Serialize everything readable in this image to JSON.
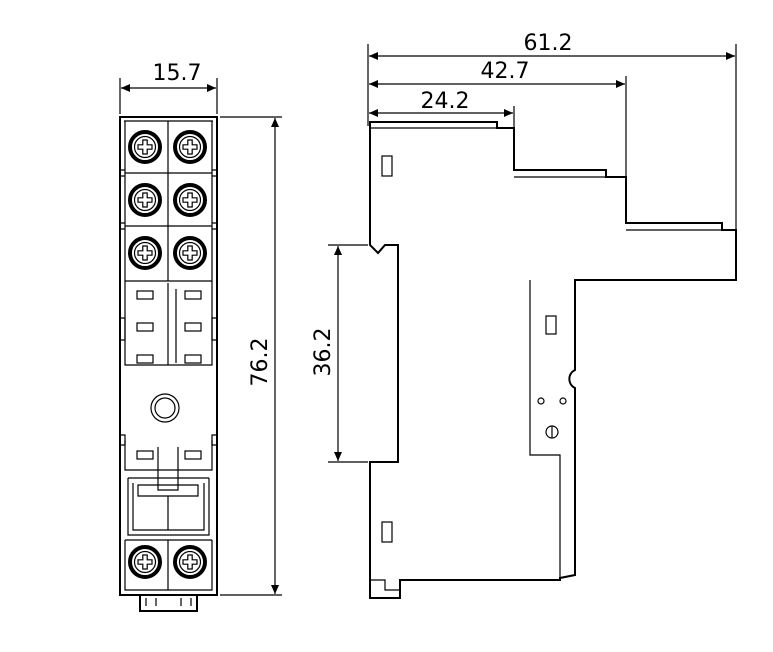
{
  "drawing": {
    "front_view": {
      "width_dim": "15.7",
      "height_dim": "76.2"
    },
    "side_view": {
      "overall_depth_dim": "61.2",
      "mid_depth_dim": "42.7",
      "front_step_dim": "24.2",
      "rail_height_dim": "36.2"
    }
  }
}
